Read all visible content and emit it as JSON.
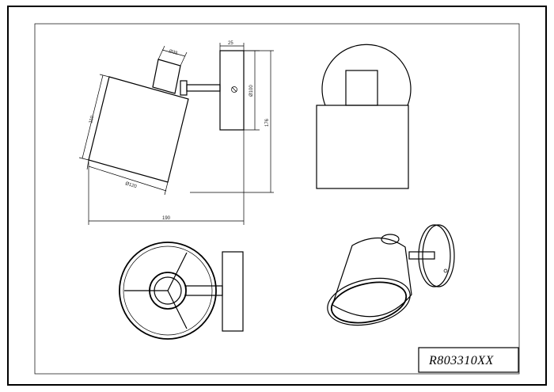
{
  "title_block": {
    "product_code": "R803310XX"
  },
  "dimensions": {
    "shade_diameter_top": "Ø35",
    "backplate_depth": "25",
    "backplate_diameter": "Ø100",
    "shade_height": "110",
    "overall_height": "176",
    "shade_diameter": "Ø120",
    "overall_width": "190"
  },
  "views": {
    "side": "side-view",
    "front": "front-view",
    "bottom": "bottom-view",
    "isometric": "isometric-view"
  }
}
